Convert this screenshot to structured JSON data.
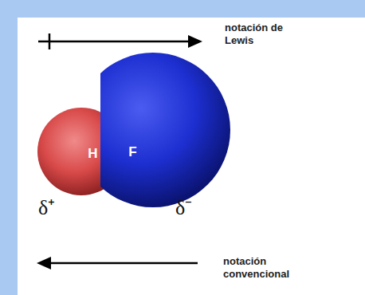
{
  "diagram": {
    "nodes": [
      {
        "text": [
          "H"
        ]
      },
      {
        "text": [
          "F"
        ]
      }
    ],
    "labels": [
      "notación de Lewis",
      "δ⁺",
      "δ⁻",
      "notación convencional"
    ]
  }
}
